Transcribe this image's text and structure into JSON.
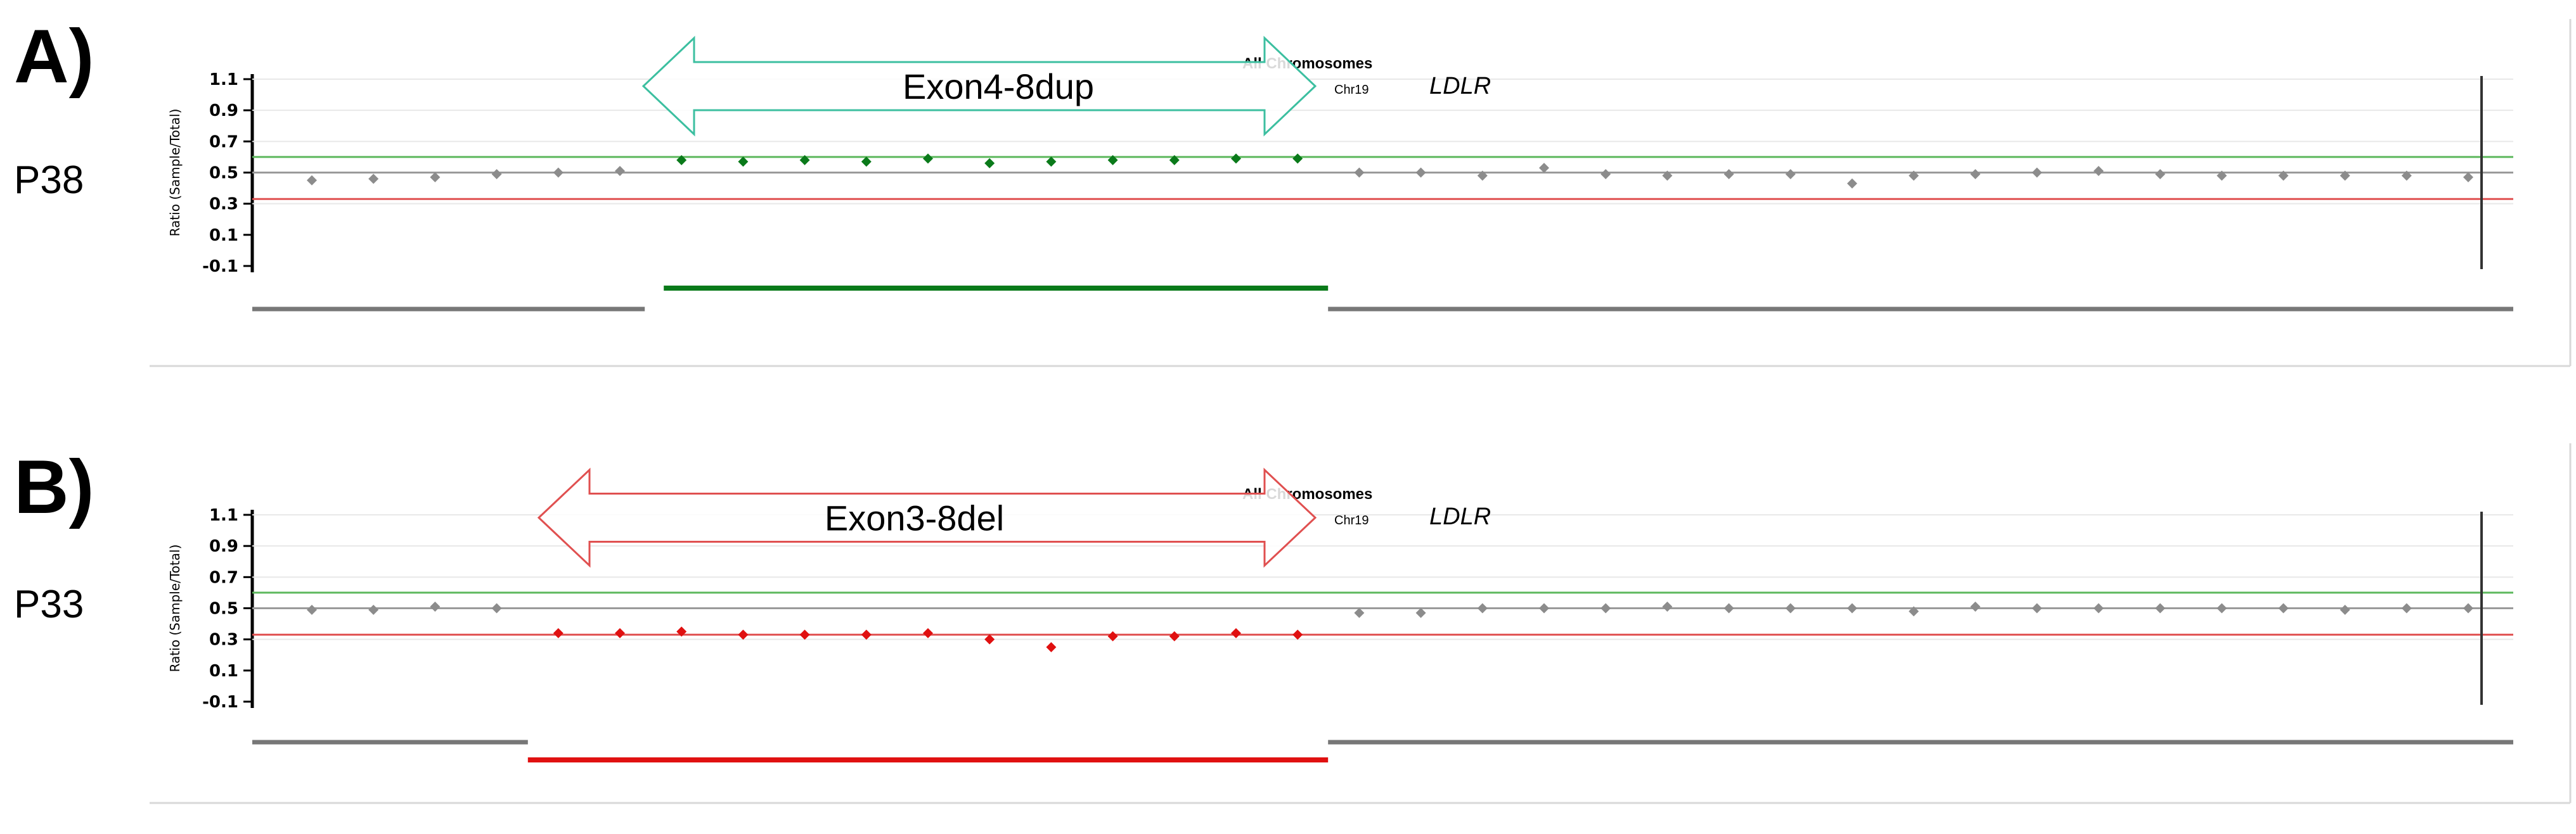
{
  "chart_data": [
    {
      "type": "scatter",
      "panel_label": "A)",
      "patient": "P38",
      "chromosome_title": "All Chromosomes",
      "chromosome": "Chr19",
      "gene": "LDLR",
      "ylabel": "Ratio (Sample/Total)",
      "ylim": [
        -0.1,
        1.1
      ],
      "y_ticks": [
        "1.1",
        "0.9",
        "0.7",
        "0.5",
        "0.3",
        "0.1",
        "-0.1"
      ],
      "y_tick_values": [
        1.1,
        0.9,
        0.7,
        0.5,
        0.3,
        0.1,
        -0.1
      ],
      "reference_lines": {
        "duplication": 0.6,
        "normal": 0.5,
        "deletion": 0.33
      },
      "colors": {
        "normal_point": "#8c8c8c",
        "event": "#0a7a1a",
        "dup_line": "#5cb85c",
        "normal_line": "#9a9a9a",
        "del_line": "#e05050",
        "arrow": "#3cbfa0"
      },
      "event": {
        "label": "Exon4-8dup",
        "type": "duplication",
        "start_index": 6,
        "end_index": 16
      },
      "values": [
        0.45,
        0.46,
        0.47,
        0.49,
        0.5,
        0.51,
        0.58,
        0.57,
        0.58,
        0.57,
        0.59,
        0.56,
        0.57,
        0.58,
        0.58,
        0.59,
        0.59,
        0.5,
        0.5,
        0.48,
        0.53,
        0.49,
        0.48,
        0.49,
        0.49,
        0.43,
        0.48,
        0.49,
        0.5,
        0.51,
        0.49,
        0.48,
        0.48,
        0.48,
        0.48,
        0.47
      ]
    },
    {
      "type": "scatter",
      "panel_label": "B)",
      "patient": "P33",
      "chromosome_title": "All Chromosomes",
      "chromosome": "Chr19",
      "gene": "LDLR",
      "ylabel": "Ratio (Sample/Total)",
      "ylim": [
        -0.1,
        1.1
      ],
      "y_ticks": [
        "1.1",
        "0.9",
        "0.7",
        "0.5",
        "0.3",
        "0.1",
        "-0.1"
      ],
      "y_tick_values": [
        1.1,
        0.9,
        0.7,
        0.5,
        0.3,
        0.1,
        -0.1
      ],
      "reference_lines": {
        "duplication": 0.6,
        "normal": 0.5,
        "deletion": 0.33
      },
      "colors": {
        "normal_point": "#8c8c8c",
        "event": "#e01010",
        "dup_line": "#5cb85c",
        "normal_line": "#9a9a9a",
        "del_line": "#e05050",
        "arrow": "#e05050"
      },
      "event": {
        "label": "Exon3-8del",
        "type": "deletion",
        "start_index": 4,
        "end_index": 16
      },
      "values": [
        0.49,
        0.49,
        0.51,
        0.5,
        0.34,
        0.34,
        0.35,
        0.33,
        0.33,
        0.33,
        0.34,
        0.3,
        0.25,
        0.32,
        0.32,
        0.34,
        0.33,
        0.47,
        0.47,
        0.5,
        0.5,
        0.5,
        0.51,
        0.5,
        0.5,
        0.5,
        0.48,
        0.51,
        0.5,
        0.5,
        0.5,
        0.5,
        0.5,
        0.49,
        0.5,
        0.5
      ]
    }
  ]
}
